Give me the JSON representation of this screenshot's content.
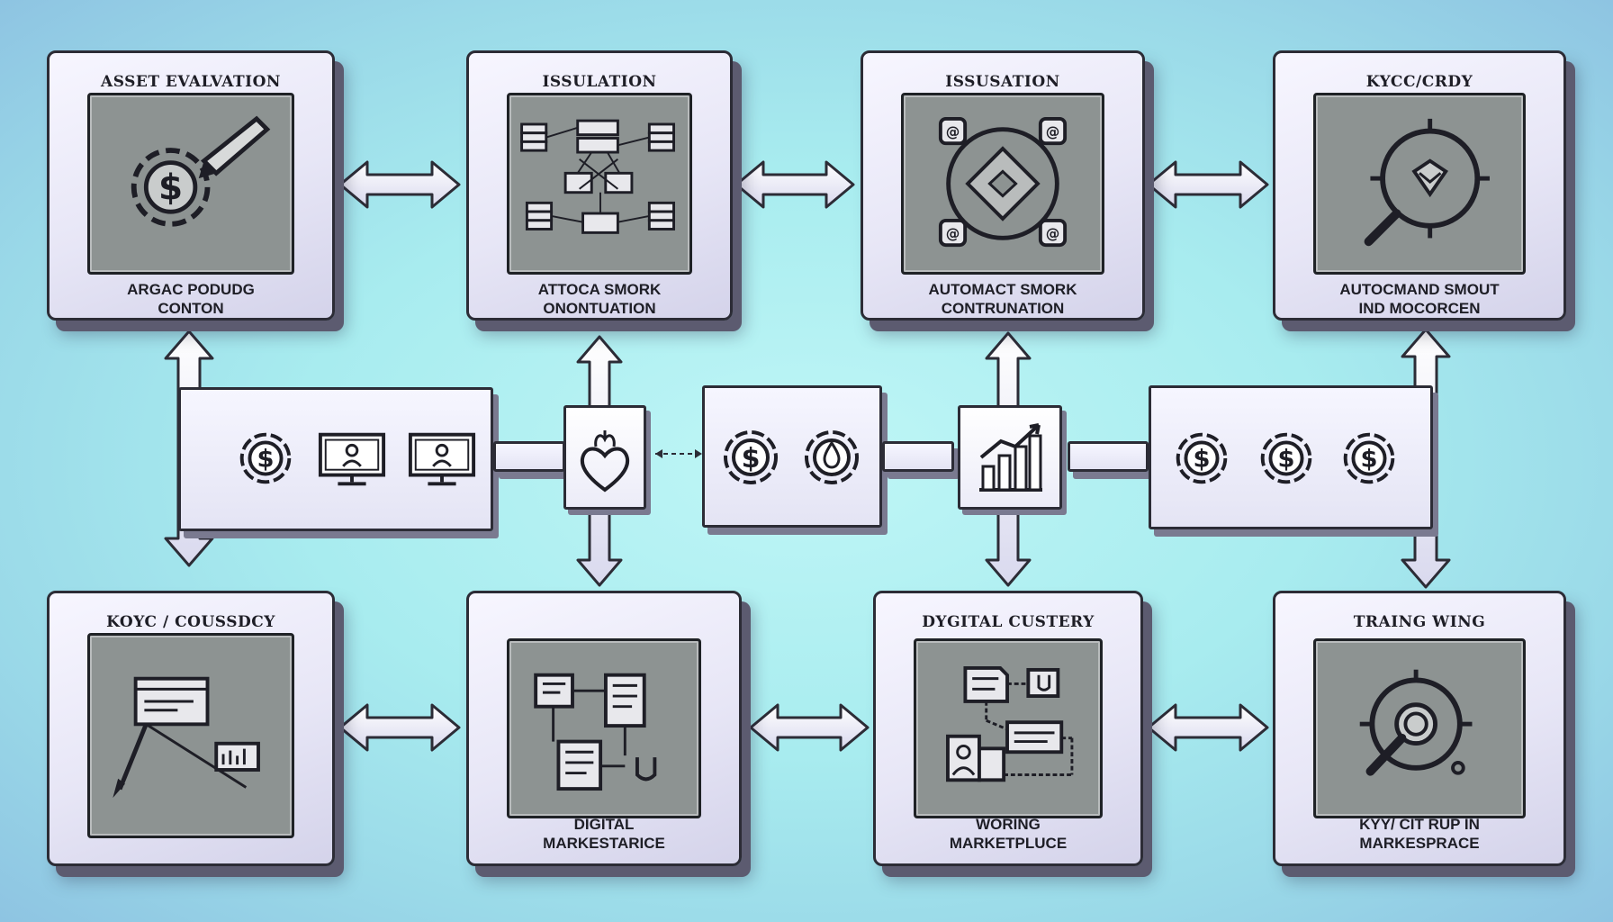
{
  "top_row": [
    {
      "title": "ASSET EVALVATION",
      "sub1": "ARGAC PODUDG",
      "sub2": "CONTON",
      "icon": "dollar-gear-pencil-icon"
    },
    {
      "title": "ISSULATION",
      "sub1": "ATTOCA SMORK",
      "sub2": "ONONTUATION",
      "icon": "database-flow-icon"
    },
    {
      "title": "ISSUSATION",
      "sub1": "AUTOMACT SMORK",
      "sub2": "CONTRUNATION",
      "icon": "network-ring-icon"
    },
    {
      "title": "KYCC/CRDY",
      "sub1": "AUTOCMAND SMOUT",
      "sub2": "IND MOCORCEN",
      "icon": "compass-search-icon"
    }
  ],
  "bottom_row": [
    {
      "title": "KOYC / COUSSDCY",
      "sub1": "",
      "sub2": "",
      "icon": "window-pen-chart-icon"
    },
    {
      "title": "",
      "sub1": "DIGITAL",
      "sub2": "MARKESTARICE",
      "icon": "documents-flow-icon"
    },
    {
      "title": "DYGITAL CUSTERY",
      "sub1": "WORING",
      "sub2": "MARKETPLUCE",
      "icon": "documents-user-icon"
    },
    {
      "title": "TRAING WING",
      "sub1": "KYY/ CIT RUP IN",
      "sub2": "MARKESPRACE",
      "icon": "magnifier-target-icon"
    }
  ],
  "middle_band_icons": [
    "dollar-coin-icon",
    "monitor-user-icon",
    "monitor-user-icon",
    "heart-hand-icon",
    "dollar-coin-icon",
    "drop-coin-icon",
    "bar-chart-up-icon",
    "dollar-coin-icon",
    "dollar-coin-icon",
    "dollar-coin-icon"
  ],
  "colors": {
    "background": "#a8ecef",
    "panel": "#8d9392",
    "outline": "#2c2c36",
    "box": "#e7e6f6"
  }
}
